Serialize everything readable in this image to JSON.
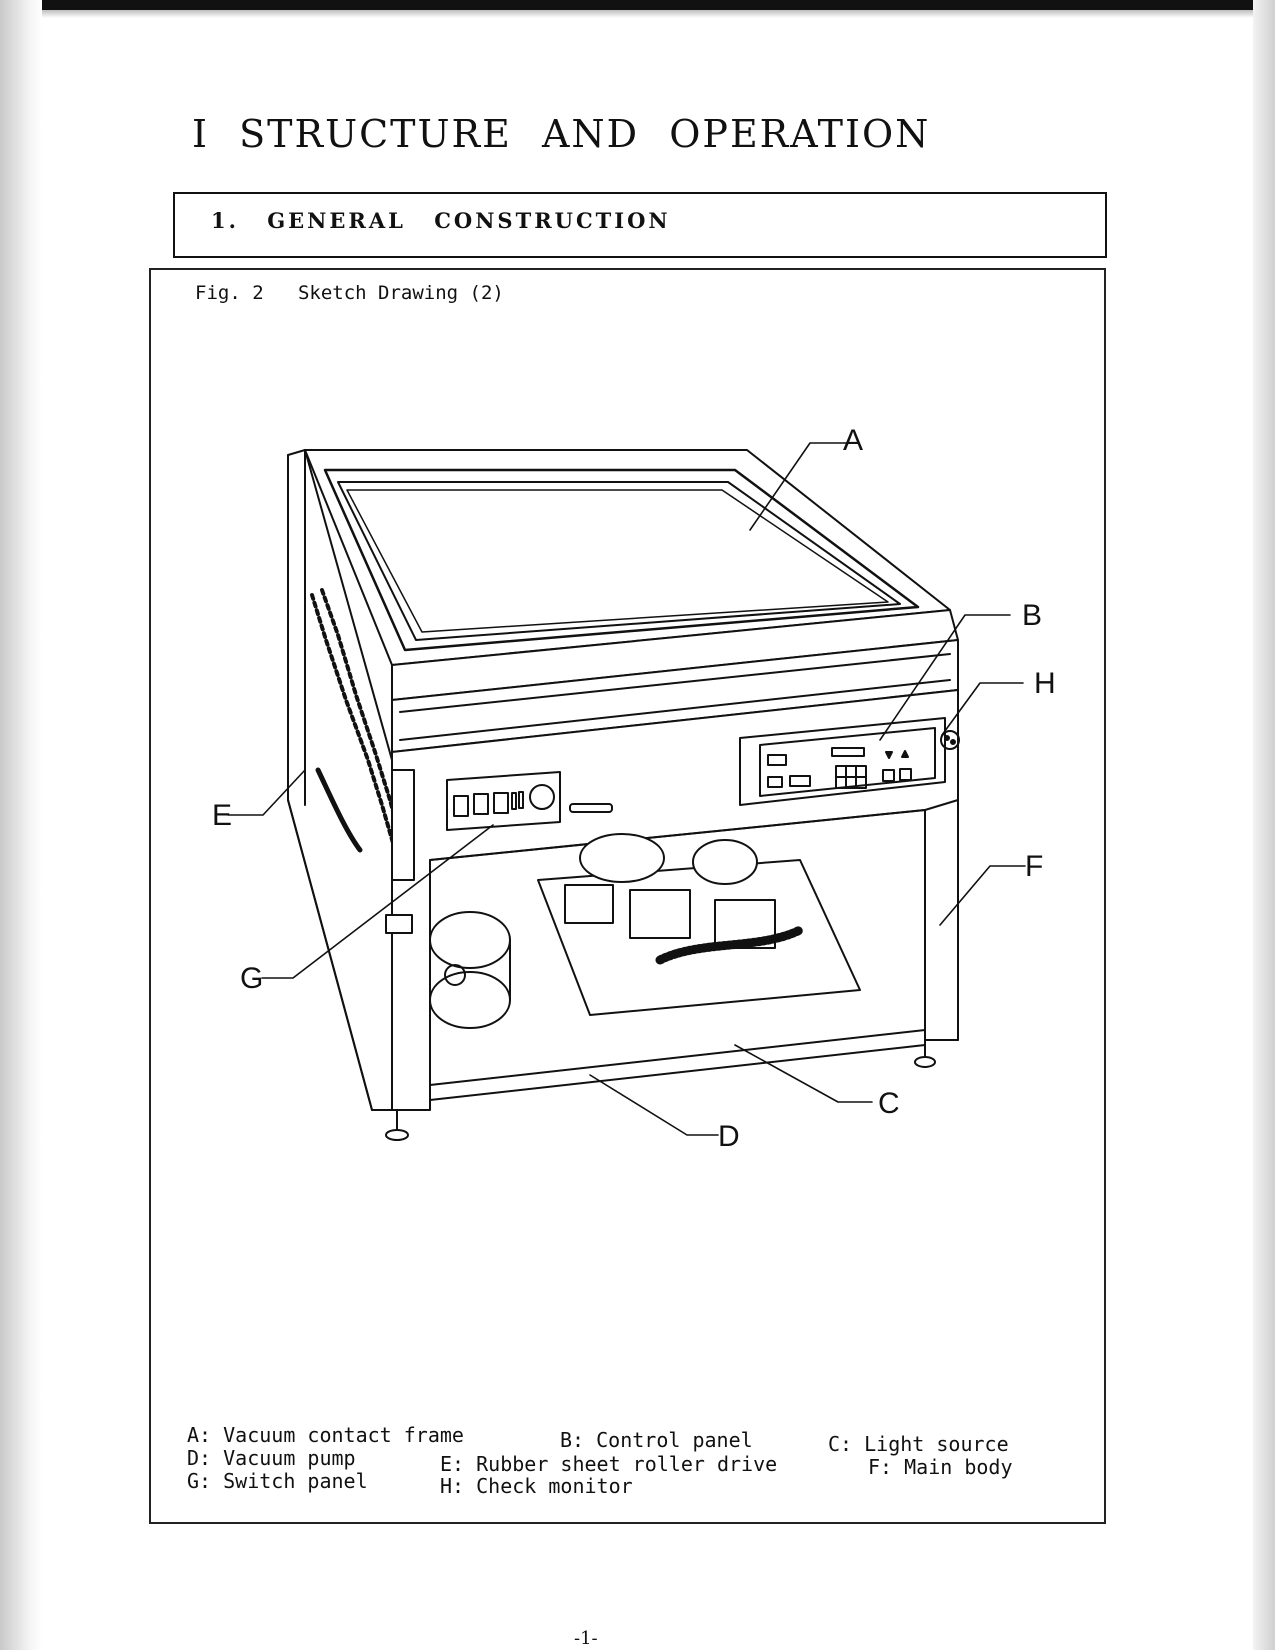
{
  "heading": {
    "title": "I STRUCTURE AND OPERATION"
  },
  "section": {
    "title": "1. GENERAL CONSTRUCTION"
  },
  "figure": {
    "caption": "Fig. 2   Sketch Drawing (2)",
    "callouts": [
      "A",
      "B",
      "H",
      "F",
      "E",
      "G",
      "C",
      "D"
    ]
  },
  "legend": [
    {
      "key": "A",
      "text": "A: Vacuum contact frame"
    },
    {
      "key": "B",
      "text": "B: Control panel"
    },
    {
      "key": "C",
      "text": "C: Light source"
    },
    {
      "key": "D",
      "text": "D: Vacuum pump"
    },
    {
      "key": "E",
      "text": "E: Rubber sheet roller drive"
    },
    {
      "key": "F",
      "text": "F: Main body"
    },
    {
      "key": "G",
      "text": "G: Switch panel"
    },
    {
      "key": "H",
      "text": "H: Check monitor"
    }
  ],
  "footer": {
    "page_number": "-1-"
  }
}
